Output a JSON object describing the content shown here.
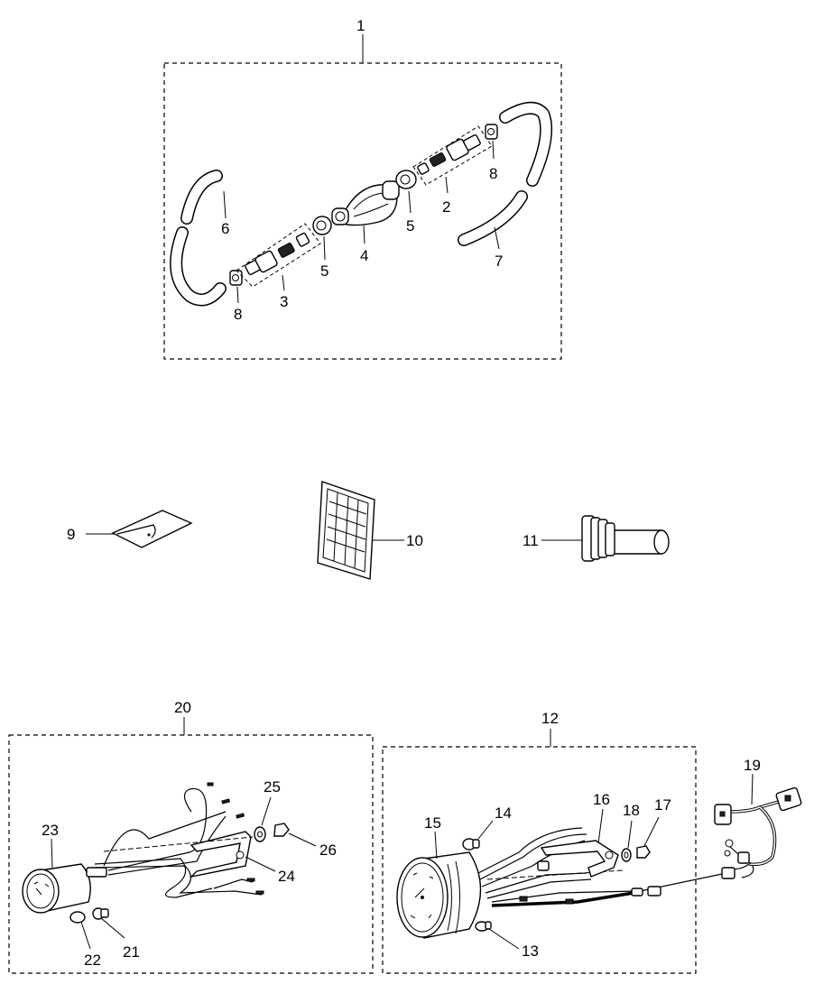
{
  "callouts": {
    "c1": "1",
    "c2": "2",
    "c3": "3",
    "c4": "4",
    "c5a": "5",
    "c5b": "5",
    "c6": "6",
    "c7": "7",
    "c8a": "8",
    "c8b": "8",
    "c9": "9",
    "c10": "10",
    "c11": "11",
    "c12": "12",
    "c13": "13",
    "c14": "14",
    "c15": "15",
    "c16": "16",
    "c17": "17",
    "c18": "18",
    "c19": "19",
    "c20": "20",
    "c21": "21",
    "c22": "22",
    "c23": "23",
    "c24": "24",
    "c25": "25",
    "c26": "26"
  },
  "colors": {
    "line": "#000000",
    "background": "#ffffff",
    "fill_dark": "#222222"
  }
}
